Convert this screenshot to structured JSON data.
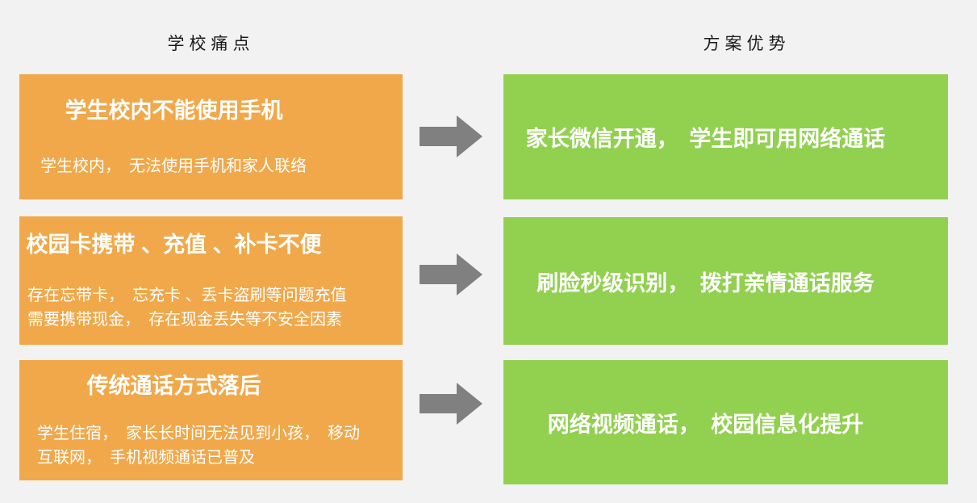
{
  "headers": {
    "left": "学校痛点",
    "right": "方案优势"
  },
  "rows": [
    {
      "pain": {
        "title": "学生校内不能使用手机",
        "detail_lines": [
          "学生校内，　无法使用手机和家人联络"
        ]
      },
      "advantage": {
        "text": "家长微信开通，　学生即可用网络通话"
      }
    },
    {
      "pain": {
        "title": "校园卡携带 、充值 、补卡不便",
        "detail_lines": [
          "存在忘带卡，　忘充卡 、丢卡盗刷等问题充值",
          "需要携带现金，　存在现金丢失等不安全因素"
        ]
      },
      "advantage": {
        "text": "刷脸秒级识别，　拨打亲情通话服务"
      }
    },
    {
      "pain": {
        "title": "传统通话方式落后",
        "detail_lines": [
          "学生住宿，　家长长时间无法见到小孩，　移动",
          "互联网，　手机视频通话已普及"
        ]
      },
      "advantage": {
        "text": "网络视频通话，　校园信息化提升"
      }
    }
  ],
  "icons": {
    "arrow": "right-arrow"
  },
  "colors": {
    "background": "#F2F2F2",
    "pain_box": "#F0A84A",
    "advantage_box": "#92D050",
    "arrow": "#808080",
    "header_text": "#1A1A1A",
    "box_text": "#FFFFFF"
  }
}
